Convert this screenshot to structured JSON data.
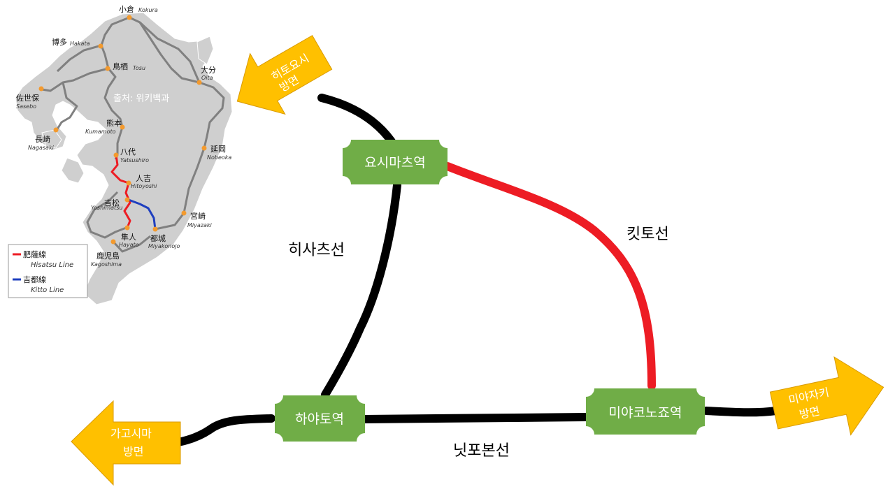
{
  "colors": {
    "station_fill": "#70ad47",
    "direction_arrow": "#ffc000",
    "hisatsu_line": "#ed1c24",
    "kitto_line": "#1f3fbf",
    "track_black": "#000000",
    "map_land": "#cfcfcf",
    "map_rail": "#808080",
    "map_station_dot": "#f39a2e"
  },
  "stations": {
    "yoshimatsu": "요시마츠역",
    "hayato": "하야토역",
    "miyakonojo": "미야코노죠역"
  },
  "lines": {
    "hisatsu": "히사츠선",
    "kitto": "킷토선",
    "nippo": "닛포본선"
  },
  "directions": {
    "hitoyoshi": [
      "히토요시",
      "방면"
    ],
    "kagoshima": [
      "가고시마",
      "방면"
    ],
    "miyazaki": [
      "미야자키",
      "방면"
    ]
  },
  "inset_map": {
    "credit": "출처: 위키백과",
    "places": [
      {
        "jp": "小倉",
        "en": "Kokura"
      },
      {
        "jp": "博多",
        "en": "Hakata"
      },
      {
        "jp": "鳥栖",
        "en": "Tosu"
      },
      {
        "jp": "大分",
        "en": "Oita"
      },
      {
        "jp": "佐世保",
        "en": "Sasebo"
      },
      {
        "jp": "熊本",
        "en": "Kumamoto"
      },
      {
        "jp": "長崎",
        "en": "Nagasaki"
      },
      {
        "jp": "八代",
        "en": "Yatsushiro"
      },
      {
        "jp": "延岡",
        "en": "Nobeoka"
      },
      {
        "jp": "人吉",
        "en": "Hitoyoshi"
      },
      {
        "jp": "吉松",
        "en": "Yoshimatsu"
      },
      {
        "jp": "宮崎",
        "en": "Miyazaki"
      },
      {
        "jp": "隼人",
        "en": "Hayato"
      },
      {
        "jp": "都城",
        "en": "Miyakonojo"
      },
      {
        "jp": "鹿児島",
        "en": "Kagoshima"
      }
    ],
    "legend": [
      {
        "jp": "肥薩線",
        "en": "Hisatsu Line"
      },
      {
        "jp": "吉都線",
        "en": "Kitto Line"
      }
    ]
  }
}
